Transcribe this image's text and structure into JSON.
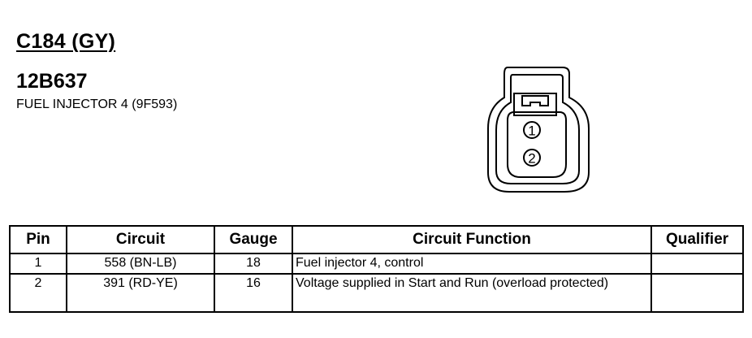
{
  "connector": {
    "id": "C184 (GY)",
    "part_number": "12B637",
    "description": "FUEL INJECTOR 4 (9F593)"
  },
  "diagram": {
    "pin_labels": [
      "1",
      "2"
    ]
  },
  "table": {
    "headers": [
      "Pin",
      "Circuit",
      "Gauge",
      "Circuit Function",
      "Qualifier"
    ],
    "rows": [
      {
        "pin": "1",
        "circuit": "558 (BN-LB)",
        "gauge": "18",
        "function": "Fuel injector 4, control",
        "qualifier": ""
      },
      {
        "pin": "2",
        "circuit": "391 (RD-YE)",
        "gauge": "16",
        "function": "Voltage supplied in Start and Run (overload protected)",
        "qualifier": ""
      }
    ]
  }
}
